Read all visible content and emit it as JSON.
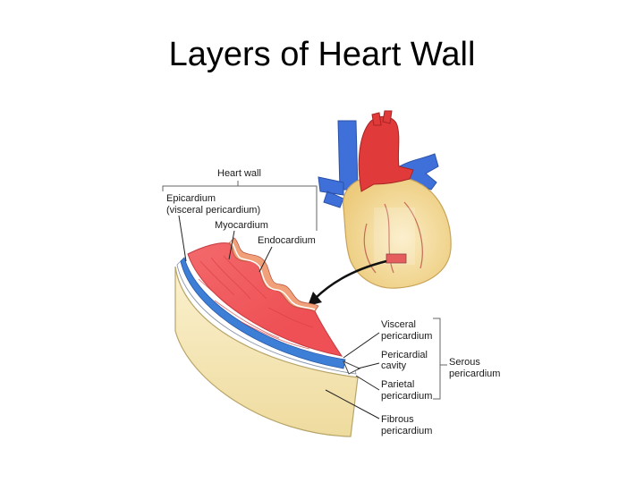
{
  "slide": {
    "title": "Layers of Heart Wall"
  },
  "labels": {
    "heart_wall": "Heart wall",
    "epicardium_1": "Epicardium",
    "epicardium_2": "(visceral pericardium)",
    "myocardium": "Myocardium",
    "endocardium": "Endocardium",
    "visceral_1": "Visceral",
    "visceral_2": "pericardium",
    "cavity_1": "Pericardial",
    "cavity_2": "cavity",
    "parietal_1": "Parietal",
    "parietal_2": "pericardium",
    "serous_1": "Serous",
    "serous_2": "pericardium",
    "fibrous_1": "Fibrous",
    "fibrous_2": "pericardium"
  },
  "colors": {
    "myocardium": "#f05a5f",
    "epicardium": "#3d7ed6",
    "fibrous": "#f3e4b0",
    "heart_body": "#f6dfa0",
    "aorta": "#e03a3a",
    "veins": "#3f6fd8"
  }
}
